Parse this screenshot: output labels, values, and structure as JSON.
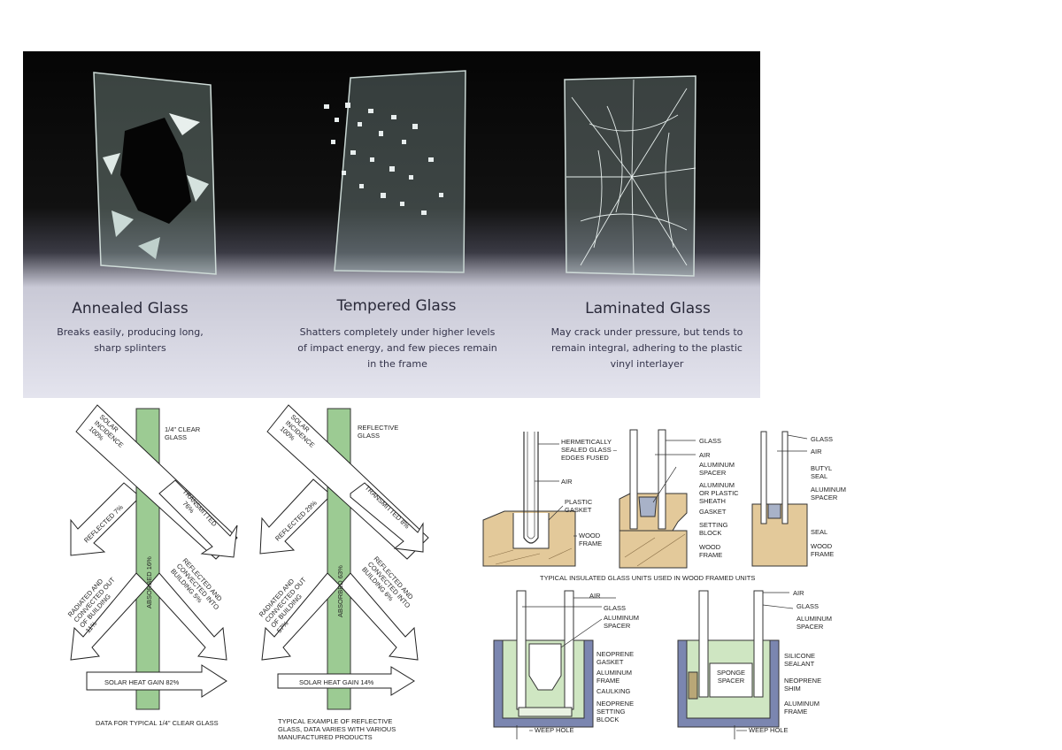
{
  "glass_types": [
    {
      "title": "Annealed Glass",
      "lines": [
        "Breaks easily, producing long,",
        "sharp splinters"
      ]
    },
    {
      "title": "Tempered Glass",
      "lines": [
        "Shatters completely under higher levels",
        "of impact energy, and few pieces remain",
        "in the frame"
      ]
    },
    {
      "title": "Laminated Glass",
      "lines": [
        "May crack under pressure, but tends to",
        "remain integral, adhering to the plastic",
        "vinyl interlayer"
      ]
    }
  ],
  "clear_diagram": {
    "glass_label": [
      "1/4\" CLEAR",
      "GLASS"
    ],
    "incidence": [
      "SOLAR",
      "INCIDENCE",
      "100%"
    ],
    "transmitted": [
      "TRANSMITTED",
      "76%"
    ],
    "reflected": "REFLECTED 7%",
    "absorbed": "ABSORBED 16%",
    "radiated_out": [
      "RADIATED AND",
      "CONVECTED OUT",
      "OF BUILDING",
      "11%"
    ],
    "radiated_in": [
      "REFLECTED AND",
      "CONVECTED INTO",
      "BUILDING 5%"
    ],
    "heat_gain": "SOLAR HEAT GAIN 82%",
    "caption": "DATA FOR TYPICAL 1/4\" CLEAR GLASS"
  },
  "reflective_diagram": {
    "glass_label": [
      "REFLECTIVE",
      "GLASS"
    ],
    "incidence": [
      "SOLAR",
      "INCIDENCE",
      "100%"
    ],
    "transmitted": "TRANSMITTED 8%",
    "reflected": "REFLECTED 29%",
    "absorbed": "ABSORBED 63%",
    "radiated_out": [
      "RADIATED AND",
      "CONVECTED OUT",
      "OF BUILDING",
      "57%"
    ],
    "radiated_in": [
      "REFLECTED AND",
      "CONVECTED INTO",
      "BUILDING 6%"
    ],
    "heat_gain": "SOLAR HEAT GAIN 14%",
    "caption": [
      "TYPICAL EXAMPLE OF REFLECTIVE",
      "GLASS, DATA VARIES WITH VARIOUS",
      "MANUFACTURED PRODUCTS"
    ]
  },
  "wood_units": {
    "unit1": {
      "hermetic": [
        "HERMETICALLY",
        "SEALED GLASS –",
        "EDGES FUSED"
      ],
      "air": "AIR",
      "gasket": [
        "PLASTIC",
        "GASKET"
      ],
      "frame": [
        "WOOD",
        "FRAME"
      ]
    },
    "unit2": {
      "glass": "GLASS",
      "air": "AIR",
      "spacer": [
        "ALUMINUM",
        "SPACER"
      ],
      "sheath": [
        "ALUMINUM",
        "OR PLASTIC",
        "SHEATH"
      ],
      "gasket": "GASKET",
      "block": [
        "SETTING",
        "BLOCK"
      ],
      "frame": [
        "WOOD",
        "FRAME"
      ]
    },
    "unit3": {
      "glass": "GLASS",
      "air": "AIR",
      "butyl": [
        "BUTYL",
        "SEAL"
      ],
      "spacer": [
        "ALUMINUM",
        "SPACER"
      ],
      "seal": "SEAL",
      "frame": [
        "WOOD",
        "FRAME"
      ]
    },
    "caption": "TYPICAL INSULATED GLASS UNITS USED IN WOOD FRAMED UNITS"
  },
  "metal_units": {
    "left": {
      "air": "AIR",
      "glass": "GLASS",
      "spacer": [
        "ALUMINUM",
        "SPACER"
      ],
      "gasket": [
        "NEOPRENE",
        "GASKET"
      ],
      "frame": [
        "ALUMINUM",
        "FRAME"
      ],
      "caulking": "CAULKING",
      "block": [
        "NEOPRENE",
        "SETTING",
        "BLOCK"
      ],
      "weep": "WEEP HOLE"
    },
    "right": {
      "air": "AIR",
      "glass": "GLASS",
      "spacer": [
        "ALUMINUM",
        "SPACER"
      ],
      "sponge": [
        "SPONGE",
        "SPACER"
      ],
      "sealant": [
        "SILICONE",
        "SEALANT"
      ],
      "shim": [
        "NEOPRENE",
        "SHIM"
      ],
      "frame": [
        "ALUMINUM",
        "FRAME"
      ],
      "weep": "WEEP HOLE"
    }
  },
  "colors": {
    "glass_green": "#9ccb93",
    "wood": "#e3c99a",
    "metal": "#7b86b0",
    "neoprene": "#cfe6c2"
  }
}
